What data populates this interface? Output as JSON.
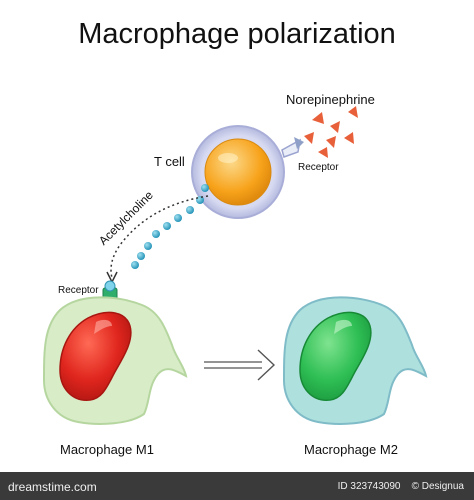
{
  "title": "Macrophage polarization",
  "labels": {
    "norepinephrine": "Norepinephrine",
    "t_cell": "T cell",
    "receptor_t": "Receptor",
    "acetylcholine": "Acetylcholine",
    "receptor_m": "Receptor",
    "m1": "Macrophage M1",
    "m2": "Macrophage M2"
  },
  "footer": {
    "brand": "dreamstime.com",
    "id": "ID 323743090",
    "credit": "© Designua"
  },
  "colors": {
    "m1_nucleus": "#e0261e",
    "m1_cyto": "#d8ecc8",
    "m2_nucleus": "#2fbf55",
    "m2_cyto": "#aee0de",
    "tcell_nucleus": "#f7a21a",
    "tcell_membrane": "#cfd3ec",
    "vesicle": "#36a9c9",
    "norepinephrine": "#e8603a",
    "receptor": "#2fae6b"
  }
}
